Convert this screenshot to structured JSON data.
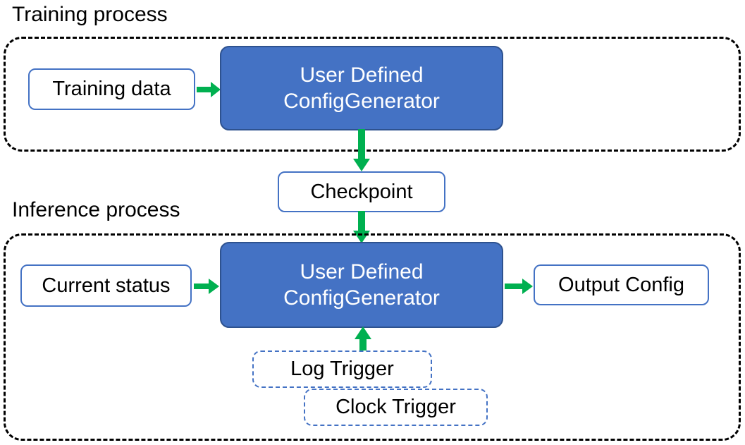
{
  "diagram": {
    "title_training": "Training process",
    "title_inference": "Inference process",
    "colors": {
      "process_fill": "#4472C4",
      "process_border": "#2E528F",
      "box_border": "#4472C4",
      "arrow": "#00B050",
      "container_border": "#000000",
      "text_dark": "#000000",
      "text_light": "#FFFFFF"
    }
  },
  "training": {
    "label": "Training process",
    "input_box": "Training data",
    "generator_line1": "User Defined",
    "generator_line2": "ConfigGenerator"
  },
  "checkpoint": {
    "label": "Checkpoint"
  },
  "inference": {
    "label": "Inference process",
    "input_box": "Current status",
    "generator_line1": "User Defined",
    "generator_line2": "ConfigGenerator",
    "output_box": "Output Config",
    "triggers": [
      {
        "label": "Log Trigger"
      },
      {
        "label": "Clock Trigger"
      }
    ]
  },
  "arrows": [
    {
      "name": "training-data-to-generator",
      "direction": "right"
    },
    {
      "name": "training-generator-to-checkpoint",
      "direction": "down"
    },
    {
      "name": "checkpoint-to-inference-generator",
      "direction": "down"
    },
    {
      "name": "current-status-to-generator",
      "direction": "right"
    },
    {
      "name": "generator-to-output-config",
      "direction": "right"
    },
    {
      "name": "triggers-to-generator",
      "direction": "up"
    }
  ]
}
